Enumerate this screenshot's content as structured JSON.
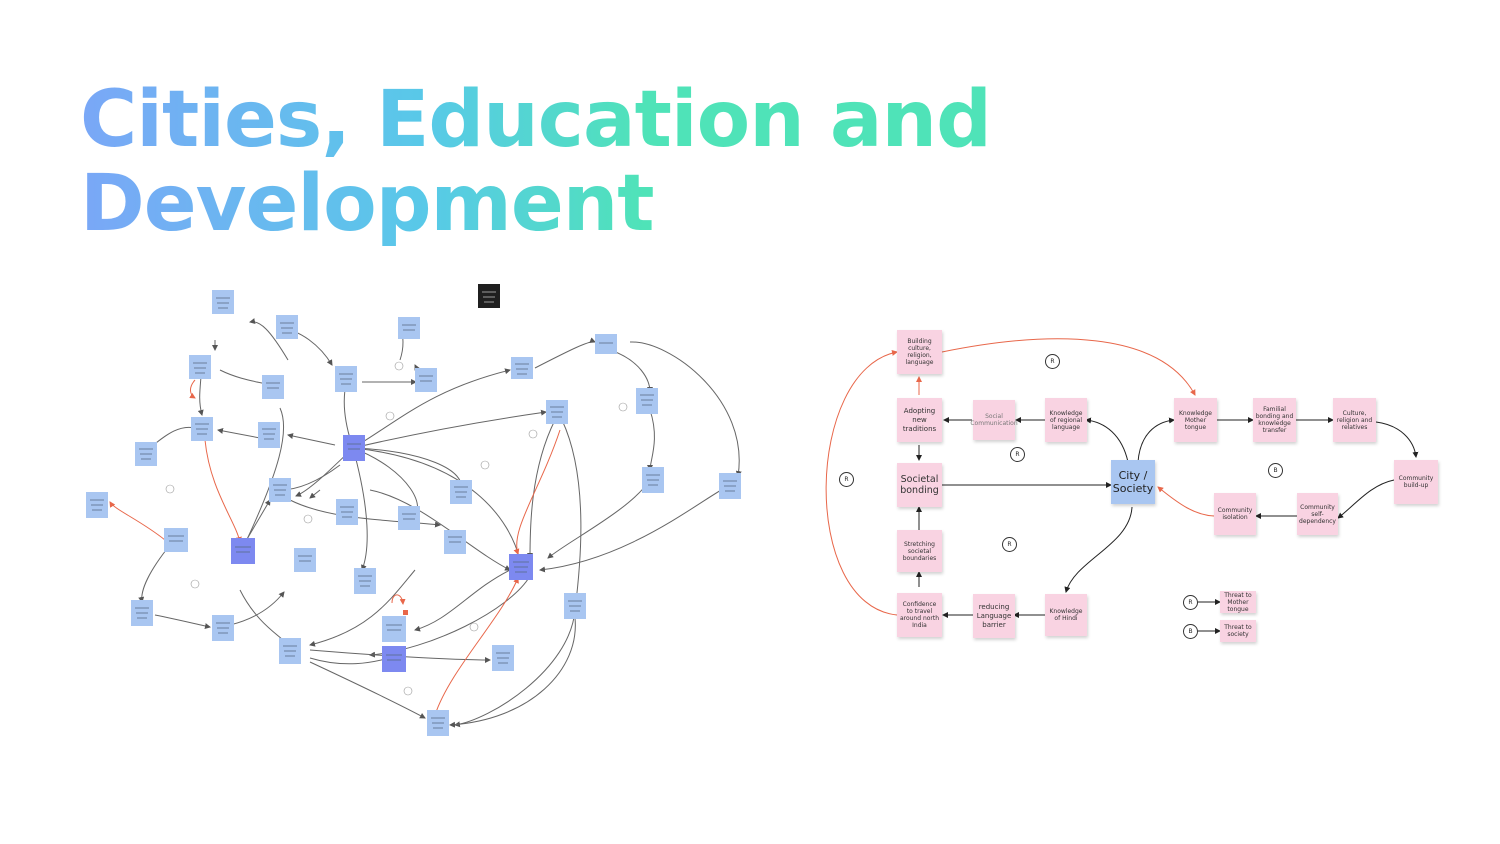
{
  "slide": {
    "title_line1": "Cities, Education and",
    "title_line2": "Development",
    "colors": {
      "title_start": "#7aa7f7",
      "title_mid": "#58c9e8",
      "title_end": "#4fe3b8",
      "pink_note": "#f9d3e2",
      "blue_note": "#a9c6f1",
      "accent_arrow": "#e8674a"
    }
  },
  "right_diagram": {
    "nodes": {
      "building": "Building culture, religion, language",
      "adopting": "Adopting new traditions",
      "societal": "Societal bonding",
      "stretching": "Stretching societal boundaries",
      "confidence": "Confidence to travel around north India",
      "reducing": "reducing Language barrier",
      "hindi": "Knowledge of Hindi",
      "social": "Social Communication",
      "regional": "Knowledge of regional language",
      "city": "City / Society",
      "mother": "Knowledge Mother tongue",
      "familial": "Familial bonding and knowledge transfer",
      "culture": "Culture, religion and relatives",
      "community_build": "Community build-up",
      "self_dep": "Community self-dependency",
      "isolation": "Community isolation"
    },
    "loops": {
      "top": "R",
      "left": "R",
      "mid": "R",
      "lower": "R",
      "right": "B"
    },
    "legend": [
      {
        "symbol": "R",
        "label": "Threat to Mother tongue"
      },
      {
        "symbol": "B",
        "label": "Threat to society"
      }
    ]
  }
}
